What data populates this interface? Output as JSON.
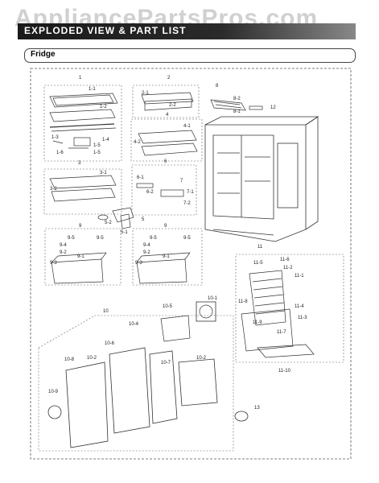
{
  "watermark": "AppliancePartsPros.com",
  "header": {
    "title": "EXPLODED VIEW & PART LIST"
  },
  "section": {
    "title": "Fridge"
  },
  "callouts": {
    "c1": "1",
    "c1_1": "1-1",
    "c1_2": "1-2",
    "c1_3": "1-3",
    "c1_4": "1-4",
    "c1_5a": "1-5",
    "c1_5b": "1-5",
    "c1_6": "1-6",
    "c2": "2",
    "c2_1": "2-1",
    "c2_2": "2-2",
    "c3": "3",
    "c3_1": "3-1",
    "c3_2": "3-2",
    "c4": "4",
    "c4_1": "4-1",
    "c4_2": "4-2",
    "c5": "5",
    "c5_1": "5-1",
    "c5_2": "5-2",
    "c6": "6",
    "c6_1": "6-1",
    "c6_2": "6-2",
    "c7": "7",
    "c7_1": "7-1",
    "c7_2": "7-2",
    "c8": "8",
    "c8_1": "8-1",
    "c8_2": "8-2",
    "c9a": "9",
    "c9b": "9",
    "c9_1a": "9-1",
    "c9_1b": "9-1",
    "c9_2a": "9-2",
    "c9_2b": "9-2",
    "c9_3a": "9-3",
    "c9_3b": "9-3",
    "c9_4a": "9-4",
    "c9_4b": "9-4",
    "c9_5a": "9-5",
    "c9_5b": "9-5",
    "c9_5c": "9-5",
    "c9_5d": "9-5",
    "c10": "10",
    "c10_1": "10-1",
    "c10_2a": "10-2",
    "c10_2b": "10-2",
    "c10_4": "10-4",
    "c10_5": "10-5",
    "c10_6": "10-6",
    "c10_7": "10-7",
    "c10_8": "10-8",
    "c10_9": "10-9",
    "c11": "11",
    "c11_1": "11-1",
    "c11_2": "11-2",
    "c11_3": "11-3",
    "c11_4": "11-4",
    "c11_5": "11-5",
    "c11_6": "11-6",
    "c11_7": "11-7",
    "c11_8": "11-8",
    "c11_9": "11-9",
    "c11_10": "11-10",
    "c12": "12",
    "c13": "13"
  }
}
